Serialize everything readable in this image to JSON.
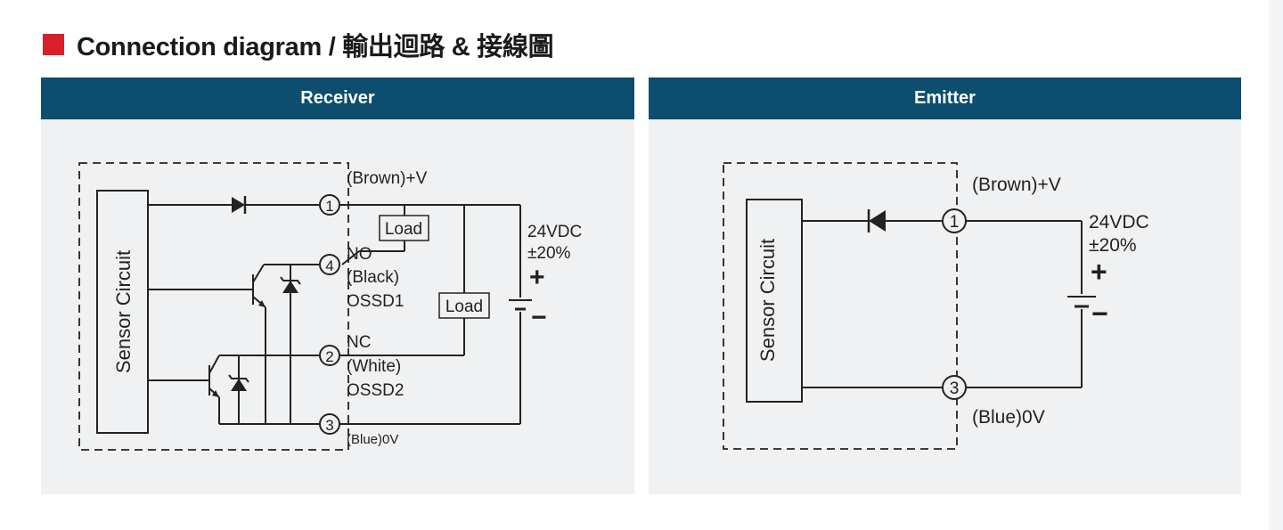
{
  "title": "Connection diagram / 輸出迴路 & 接線圖",
  "colors": {
    "accent": "#d7202b",
    "header": "#0d4d6d",
    "panel": "#f0f1f2"
  },
  "receiver": {
    "header": "Receiver",
    "sensor_label": "Sensor Circuit",
    "supply": "(Brown)+V",
    "pin1": "1",
    "pin4": "4",
    "pin2": "2",
    "pin3": "3",
    "no": "NO",
    "black": "(Black)",
    "ossd1": "OSSD1",
    "nc": "NC",
    "white": "(White)",
    "ossd2": "OSSD2",
    "ground": "(Blue)0V",
    "load1": "Load",
    "load2": "Load",
    "voltage": "24VDC",
    "tolerance": "±20%",
    "plus": "+",
    "minus": "−"
  },
  "emitter": {
    "header": "Emitter",
    "sensor_label": "Sensor Circuit",
    "supply": "(Brown)+V",
    "pin1": "1",
    "pin3": "3",
    "ground": "(Blue)0V",
    "voltage": "24VDC",
    "tolerance": "±20%",
    "plus": "+",
    "minus": "−"
  }
}
